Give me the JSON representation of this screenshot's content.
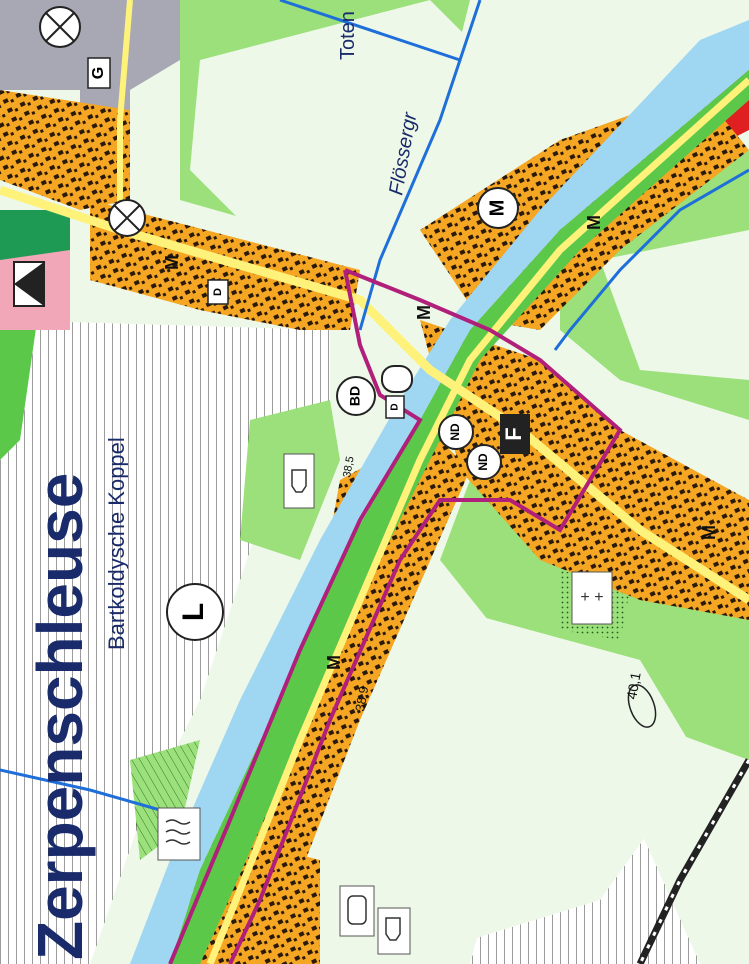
{
  "map": {
    "place_name": "Zerpenschleuse",
    "district_name": "Bartkoldysche Koppel",
    "waterway_names": [
      "Flössergr",
      "Toten"
    ],
    "elevations": [
      "38,9",
      "40,1",
      "38,5"
    ],
    "symbols": {
      "L": "L",
      "M": "M",
      "F": "F",
      "D": "D",
      "BD": "BD",
      "ND": "ND",
      "G": "G"
    },
    "colors": {
      "settlement": "#f5a623",
      "road": "#fff27a",
      "canal": "#9fd7f2",
      "water_line": "#1e6fd9",
      "green_light": "#9be07a",
      "green_mid": "#5cc84a",
      "green_dark": "#1f9a55",
      "boundary": "#b0207a",
      "industry": "#a8a8b4",
      "special": "#e02020",
      "pink": "#f2a7b8",
      "pale": "#eef8e9"
    }
  }
}
